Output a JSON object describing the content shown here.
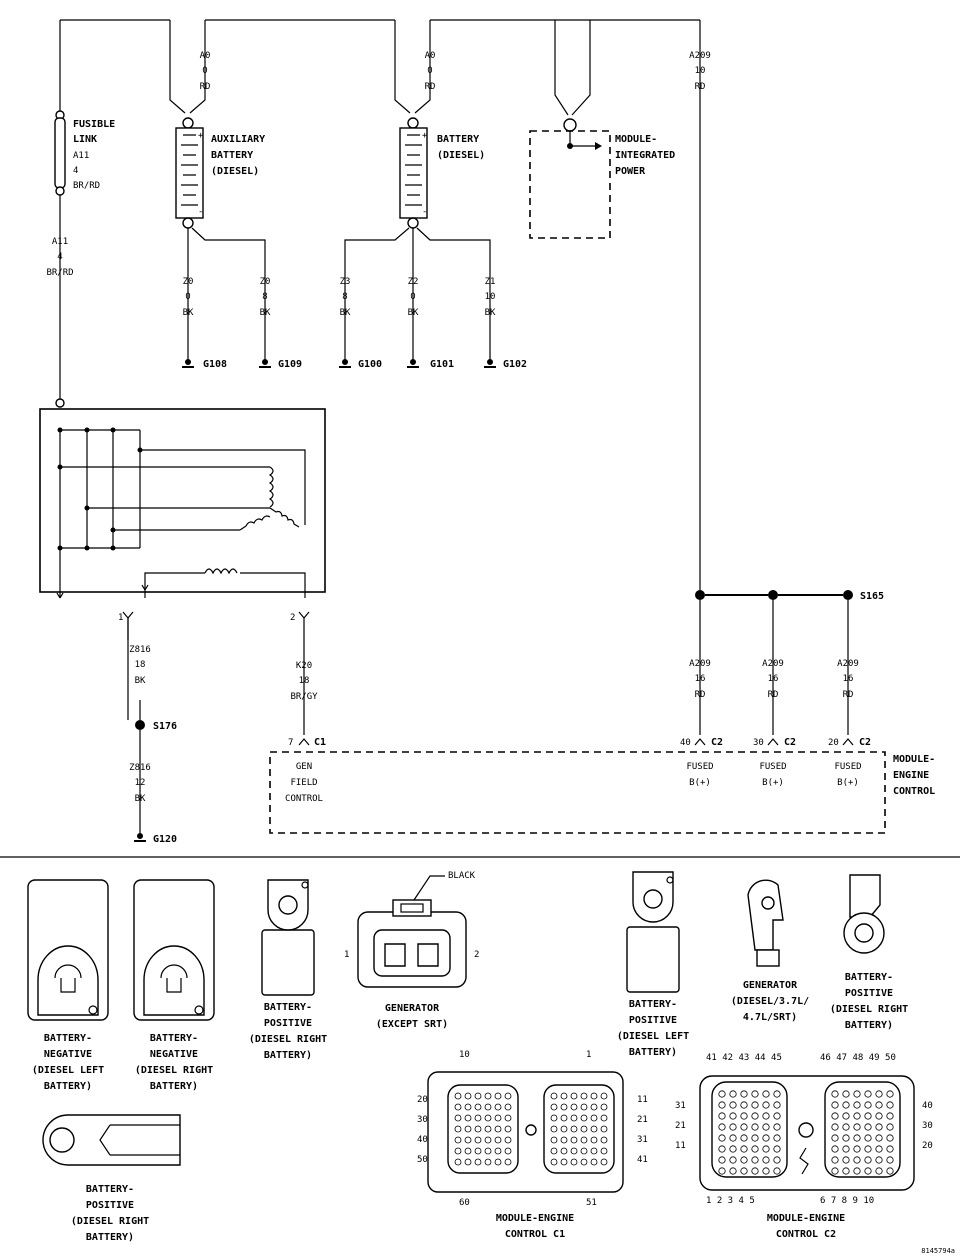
{
  "labels": {
    "fusible_link": [
      "FUSIBLE",
      "LINK"
    ],
    "aux_battery": [
      "AUXILIARY",
      "BATTERY",
      "(DIESEL)"
    ],
    "battery": [
      "BATTERY",
      "(DIESEL)"
    ],
    "mip": [
      "MODULE-",
      "INTEGRATED",
      "POWER"
    ],
    "mec": [
      "MODULE-",
      "ENGINE",
      "CONTROL"
    ],
    "gen_field_control": [
      "GEN",
      "FIELD",
      "CONTROL"
    ],
    "fused_b": [
      "FUSED",
      "B(+)"
    ],
    "c1": "C1",
    "c2": "C2"
  },
  "wires": {
    "a0_left": [
      "A0",
      "0",
      "RD"
    ],
    "a0_right": [
      "A0",
      "0",
      "RD"
    ],
    "a209_top": [
      "A209",
      "10",
      "RD"
    ],
    "a11_upper": [
      "A11",
      "4",
      "BR/RD"
    ],
    "a11_lower": [
      "A11",
      "4",
      "BR/RD"
    ],
    "z0_0": [
      "Z0",
      "0",
      "BK"
    ],
    "z0_8": [
      "Z0",
      "8",
      "BK"
    ],
    "z3": [
      "Z3",
      "8",
      "BK"
    ],
    "z2": [
      "Z2",
      "0",
      "BK"
    ],
    "z1": [
      "Z1",
      "10",
      "BK"
    ],
    "z816_18": [
      "Z816",
      "18",
      "BK"
    ],
    "z816_12": [
      "Z816",
      "12",
      "BK"
    ],
    "k20": [
      "K20",
      "18",
      "BR/GY"
    ],
    "a209_a": [
      "A209",
      "16",
      "RD"
    ],
    "a209_b": [
      "A209",
      "16",
      "RD"
    ],
    "a209_c": [
      "A209",
      "16",
      "RD"
    ]
  },
  "grounds": [
    "G108",
    "G109",
    "G100",
    "G101",
    "G102",
    "G120"
  ],
  "splices": [
    "S165",
    "S176"
  ],
  "pins": {
    "gen_1": "1",
    "gen_2": "2",
    "c1_7": "7",
    "c2_40": "40",
    "c2_30": "30",
    "c2_20": "20"
  },
  "connector_views": {
    "batt_neg_left": [
      "BATTERY-",
      "NEGATIVE",
      "(DIESEL LEFT",
      "BATTERY)"
    ],
    "batt_neg_right": [
      "BATTERY-",
      "NEGATIVE",
      "(DIESEL RIGHT",
      "BATTERY)"
    ],
    "batt_pos_right_1": [
      "BATTERY-",
      "POSITIVE",
      "(DIESEL RIGHT",
      "BATTERY)"
    ],
    "generator_except_srt": [
      "GENERATOR",
      "(EXCEPT SRT)"
    ],
    "black_label": "BLACK",
    "gen_pin_1": "1",
    "gen_pin_2": "2",
    "batt_pos_left": [
      "BATTERY-",
      "POSITIVE",
      "(DIESEL LEFT",
      "BATTERY)"
    ],
    "generator_diesel": [
      "GENERATOR",
      "(DIESEL/3.7L/",
      "4.7L/SRT)"
    ],
    "batt_pos_right_2": [
      "BATTERY-",
      "POSITIVE",
      "(DIESEL RIGHT",
      "BATTERY)"
    ],
    "batt_pos_right_3": [
      "BATTERY-",
      "POSITIVE",
      "(DIESEL RIGHT",
      "BATTERY)"
    ],
    "mec_c1": [
      "MODULE-ENGINE",
      "CONTROL C1"
    ],
    "mec_c2": [
      "MODULE-ENGINE",
      "CONTROL C2"
    ],
    "c1_pins": {
      "top_left": "10",
      "top_right": "1",
      "left": [
        "20",
        "30",
        "40",
        "50"
      ],
      "right": [
        "11",
        "21",
        "31",
        "41"
      ],
      "bottom_left": "60",
      "bottom_right": "51"
    },
    "c2_pins": {
      "top_left": "41 42 43 44 45",
      "top_right": "46 47 48 49 50",
      "left": [
        "31",
        "21",
        "11"
      ],
      "right": [
        "40",
        "30",
        "20"
      ],
      "bottom_left": "1 2 3 4 5",
      "bottom_right": "6 7 8 9 10"
    }
  },
  "figure_id": "8145794a"
}
